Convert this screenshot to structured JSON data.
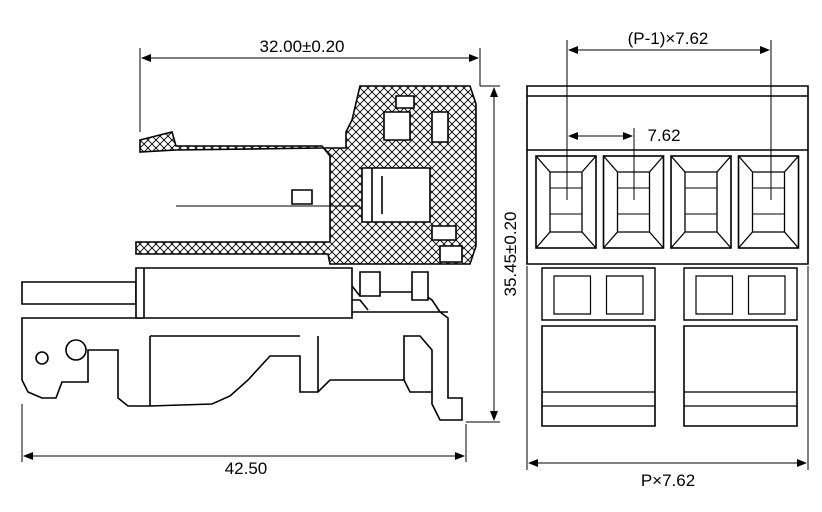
{
  "dimensions": {
    "side_top_width": "32.00±0.20",
    "side_height": "35.45±0.20",
    "side_bottom_width": "42.50",
    "front_top": "(P-1)×7.62",
    "front_pitch": "7.62",
    "front_bottom": "P×7.62"
  },
  "front_view": {
    "positions": 4
  },
  "colors": {
    "line": "#000000",
    "background": "#ffffff"
  }
}
